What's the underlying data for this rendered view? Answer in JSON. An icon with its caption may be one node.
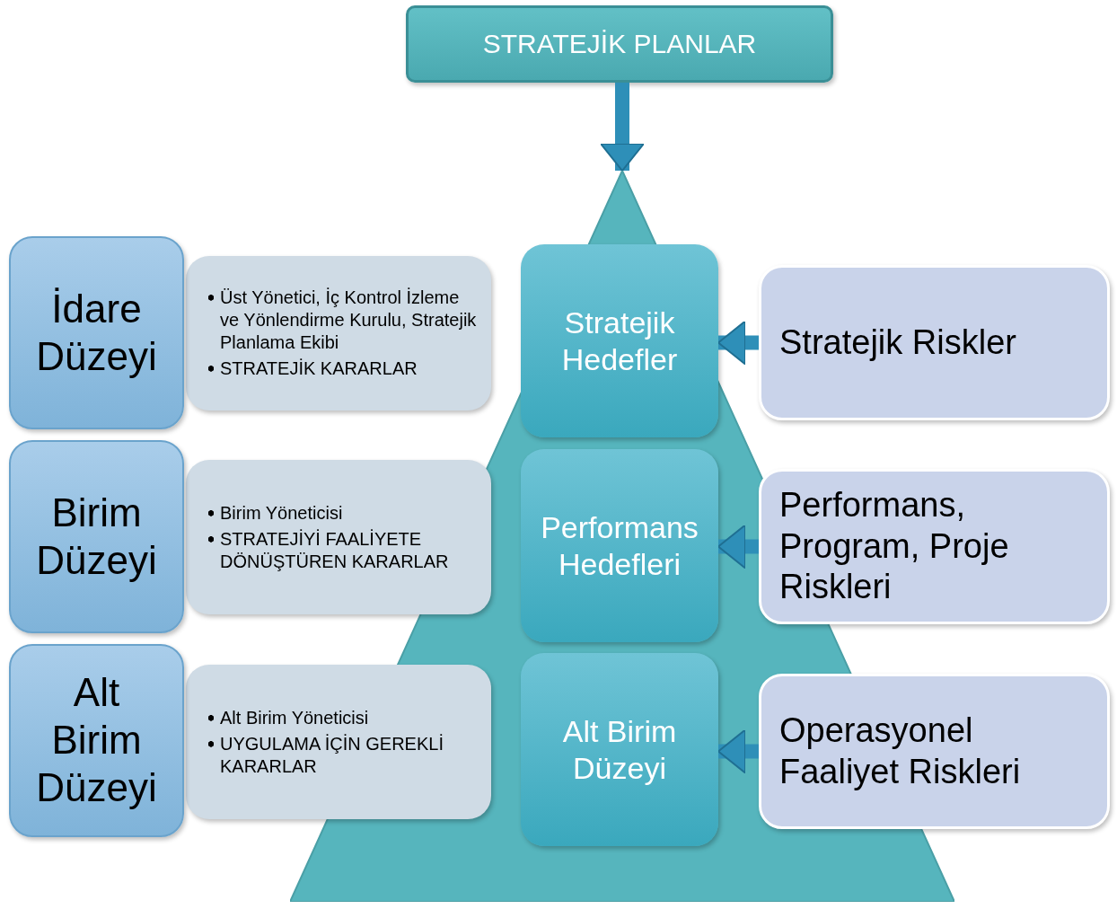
{
  "diagram": {
    "nodes": [
      {
        "text": [
          "STRATEJİK PLANLAR"
        ]
      },
      {
        "text": [],
        "shape": "triangle"
      },
      {
        "text": [
          "İdare Düzeyi"
        ]
      },
      {
        "text": [
          "Üst Yönetici, İç Kontrol İzleme ve Yönlendirme Kurulu, Stratejik Planlama Ekibi",
          "STRATEJİK KARARLAR"
        ]
      },
      {
        "text": [
          "Stratejik Hedefler"
        ],
        "in": 1
      },
      {
        "text": [
          "Stratejik Riskler"
        ]
      },
      {
        "text": [
          "Birim Düzeyi"
        ]
      },
      {
        "text": [
          "Birim Yöneticisi",
          "STRATEJİYİ FAALİYETE DÖNÜŞTÜREN KARARLAR"
        ]
      },
      {
        "text": [
          "Performans Hedefleri"
        ],
        "in": 1
      },
      {
        "text": [
          "Performans, Program, Proje Riskleri"
        ]
      },
      {
        "text": [
          "Alt Birim Düzeyi"
        ]
      },
      {
        "text": [
          "Alt Birim Yöneticisi",
          "UYGULAMA İÇİN GEREKLİ KARARLAR"
        ]
      },
      {
        "text": [
          "Alt Birim Düzeyi"
        ],
        "in": 1
      },
      {
        "text": [
          "Operasyonel Faaliyet Riskleri"
        ]
      }
    ],
    "edges": [
      {
        "from": 0,
        "to": 1,
        "arrow": "to"
      },
      {
        "from": 5,
        "to": 4,
        "arrow": "to"
      },
      {
        "from": 9,
        "to": 8,
        "arrow": "to"
      },
      {
        "from": 13,
        "to": 12,
        "arrow": "to"
      }
    ]
  }
}
